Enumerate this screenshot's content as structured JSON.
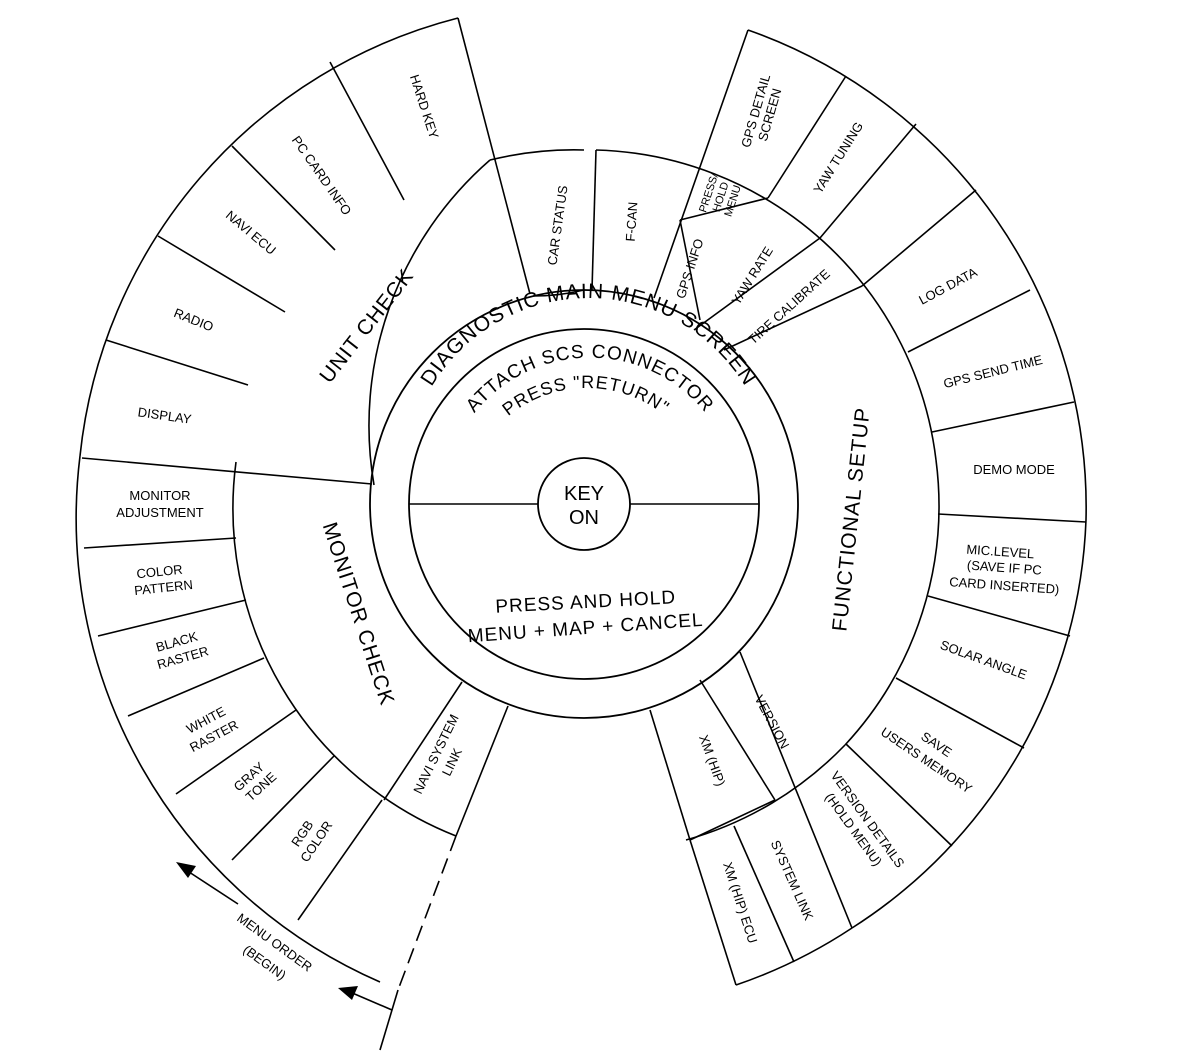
{
  "center": {
    "line1": "KEY",
    "line2": "ON"
  },
  "ring": {
    "title": "DIAGNOSTIC MAIN MENU SCREEN",
    "attach": "ATTACH SCS CONNECTOR",
    "press_return": "PRESS \"RETURN\"",
    "press_hold": "PRESS AND HOLD",
    "menu_map_cancel": "MENU + MAP + CANCEL"
  },
  "sections": {
    "unit_check": "UNIT CHECK",
    "monitor_check": "MONITOR CHECK",
    "functional_setup": "FUNCTIONAL SETUP"
  },
  "unit_check": [
    "HARD KEY",
    "PC CARD INFO",
    "NAVI ECU",
    "RADIO",
    "DISPLAY"
  ],
  "monitor_check": [
    {
      "l1": "MONITOR",
      "l2": "ADJUSTMENT"
    },
    {
      "l1": "COLOR",
      "l2": "PATTERN"
    },
    {
      "l1": "BLACK",
      "l2": "RASTER"
    },
    {
      "l1": "WHITE",
      "l2": "RASTER"
    },
    {
      "l1": "GRAY",
      "l2": "TONE"
    },
    {
      "l1": "RGB",
      "l2": "COLOR"
    },
    {
      "l1": "NAVI SYSTEM",
      "l2": "LINK"
    }
  ],
  "menu_order": {
    "l1": "MENU ORDER",
    "l2": "(BEGIN)"
  },
  "top_items": [
    "CAR STATUS",
    "F-CAN",
    "GPS INFO",
    {
      "l1": "PRESS/",
      "l2": "HOLD",
      "l3": "MENU"
    }
  ],
  "functional": [
    {
      "l1": "GPS DETAIL",
      "l2": "SCREEN"
    },
    "YAW TUNING",
    "YAW RATE",
    "TIRE CALIBRATE",
    "LOG DATA",
    "GPS SEND TIME",
    "DEMO MODE",
    {
      "l1": "MIC.LEVEL",
      "l2": "(SAVE IF PC",
      "l3": "CARD INSERTED)"
    },
    "SOLAR ANGLE",
    {
      "l1": "SAVE",
      "l2": "USERS MEMORY"
    },
    {
      "l1": "VERSION DETAILS",
      "l2": "(HOLD MENU)"
    },
    "VERSION",
    "XM (HIP)",
    "SYSTEM LINK",
    "XM (HIP) ECU"
  ]
}
